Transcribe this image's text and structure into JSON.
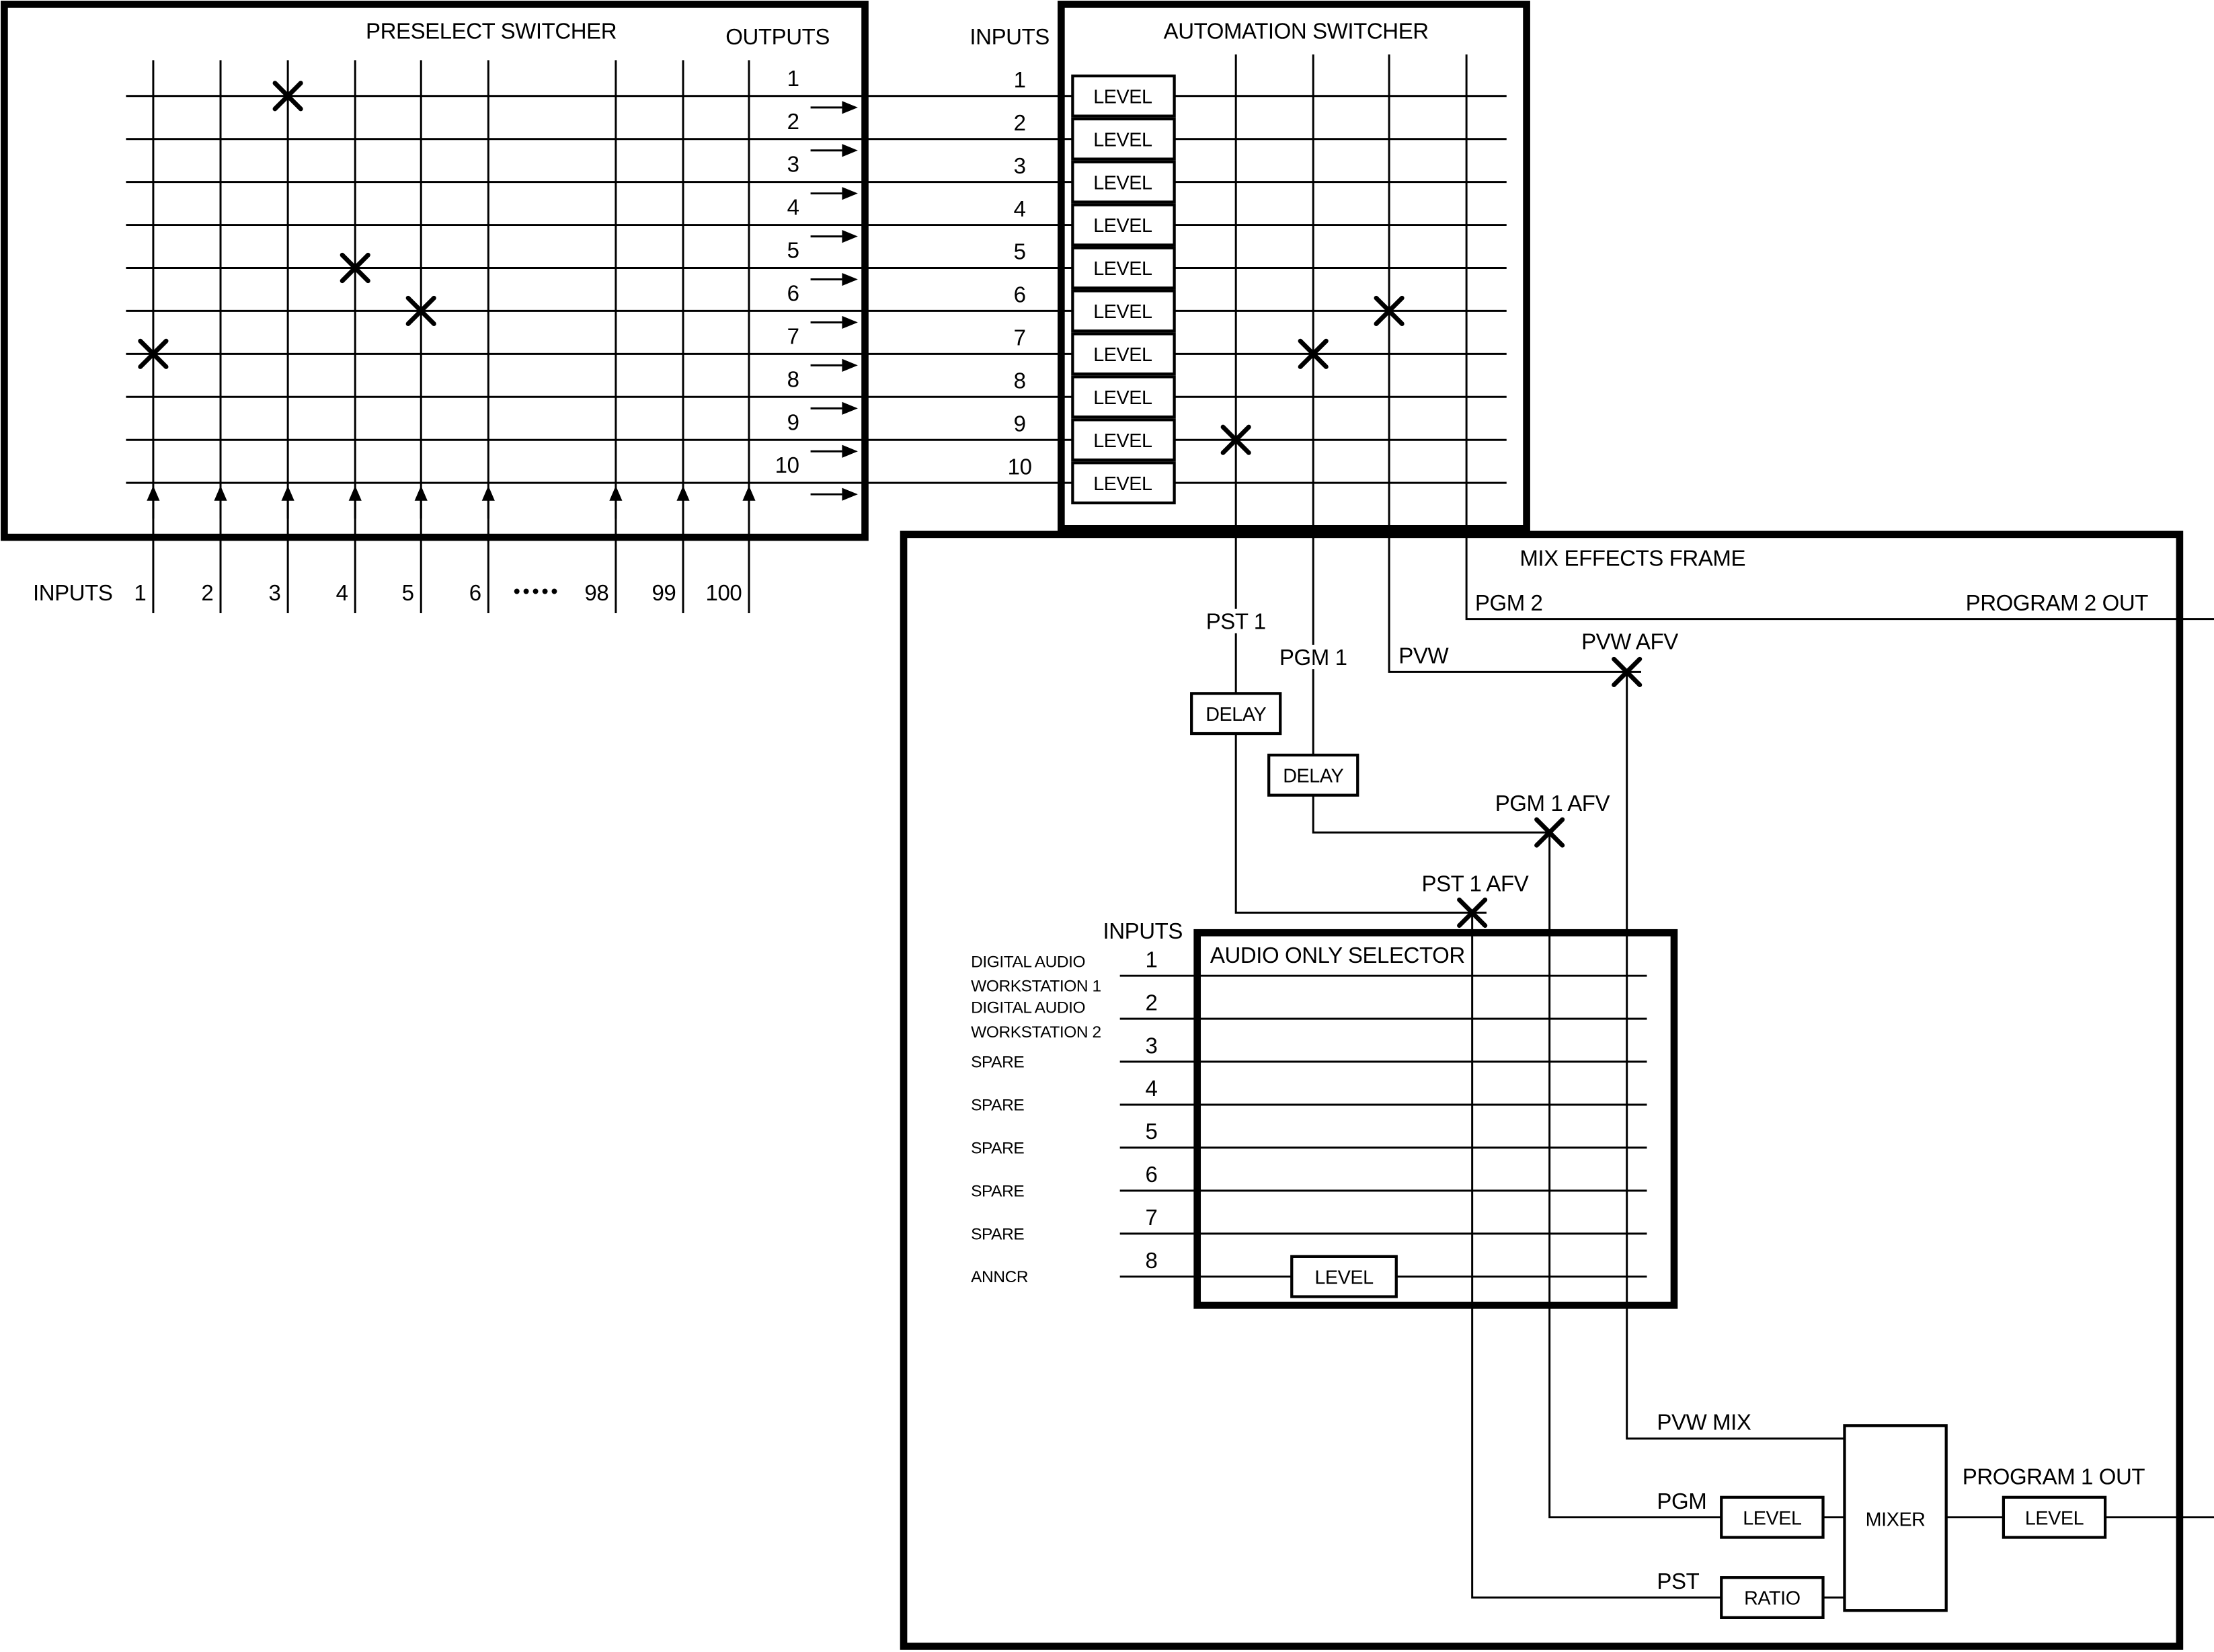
{
  "colors": {
    "line": "#000000",
    "background": "#ffffff"
  },
  "preselect": {
    "title": "PRESELECT SWITCHER",
    "outputs_label": "OUTPUTS",
    "inputs_label": "INPUTS",
    "output_numbers": [
      "1",
      "2",
      "3",
      "4",
      "5",
      "6",
      "7",
      "8",
      "9",
      "10"
    ],
    "input_numbers": [
      "1",
      "2",
      "3",
      "4",
      "5",
      "6",
      "98",
      "99",
      "100"
    ],
    "dots": "•••••",
    "crosspoints": [
      {
        "input": 3,
        "output": 1
      },
      {
        "input": 4,
        "output": 5
      },
      {
        "input": 5,
        "output": 6
      },
      {
        "input": 1,
        "output": 7
      }
    ]
  },
  "automation": {
    "title": "AUTOMATION SWITCHER",
    "inputs_label": "INPUTS",
    "input_numbers": [
      "1",
      "2",
      "3",
      "4",
      "5",
      "6",
      "7",
      "8",
      "9",
      "10"
    ],
    "level_label": "LEVEL",
    "buses": [
      "PST 1",
      "PGM 1",
      "PVW",
      "PGM 2"
    ],
    "crosspoints": [
      {
        "input": 6,
        "bus": "PVW"
      },
      {
        "input": 7,
        "bus": "PGM 1"
      },
      {
        "input": 9,
        "bus": "PST 1"
      }
    ]
  },
  "mix_effects": {
    "title": "MIX EFFECTS FRAME",
    "pgm2_label": "PGM 2",
    "program2_out_label": "PROGRAM 2 OUT",
    "pst1_label": "PST 1",
    "pgm1_label": "PGM 1",
    "pvw_label": "PVW",
    "delay_label": "DELAY",
    "pvw_afv_label": "PVW AFV",
    "pgm1_afv_label": "PGM 1 AFV",
    "pst1_afv_label": "PST 1 AFV",
    "afv_crosspoints": [
      "PVW AFV",
      "PGM 1 AFV",
      "PST 1 AFV"
    ],
    "pvw_mix_label": "PVW MIX",
    "pgm_label": "PGM",
    "pst_label": "PST",
    "level_label": "LEVEL",
    "ratio_label": "RATIO",
    "mixer_label": "MIXER",
    "program1_out_label": "PROGRAM 1 OUT"
  },
  "selector": {
    "title": "AUDIO ONLY SELECTOR",
    "inputs_label": "INPUTS",
    "input_numbers": [
      "1",
      "2",
      "3",
      "4",
      "5",
      "6",
      "7",
      "8"
    ],
    "input_names": [
      [
        "DIGITAL AUDIO",
        "WORKSTATION 1"
      ],
      [
        "DIGITAL AUDIO",
        "WORKSTATION 2"
      ],
      [
        "SPARE"
      ],
      [
        "SPARE"
      ],
      [
        "SPARE"
      ],
      [
        "SPARE"
      ],
      [
        "SPARE"
      ],
      [
        "ANNCR"
      ]
    ],
    "level_label": "LEVEL"
  }
}
